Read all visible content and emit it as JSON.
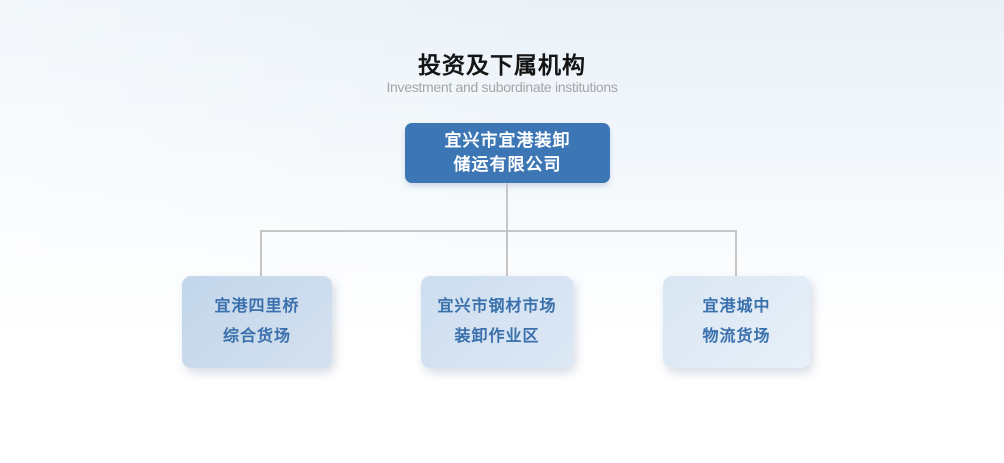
{
  "page": {
    "title": "投资及下属机构",
    "subtitle": "Investment and subordinate institutions"
  },
  "org_chart": {
    "root": {
      "line1": "宜兴市宜港装卸",
      "line2": "储运有限公司"
    },
    "children": [
      {
        "line1": "宜港四里桥",
        "line2": "综合货场",
        "bg_from": "#c3d6ea",
        "bg_to": "#d4e1f0"
      },
      {
        "line1": "宜兴市钢材市场",
        "line2": "装卸作业区",
        "bg_from": "#cdddef",
        "bg_to": "#dde8f5"
      },
      {
        "line1": "宜港城中",
        "line2": "物流货场",
        "bg_from": "#d9e6f3",
        "bg_to": "#e8f0f8"
      }
    ]
  },
  "colors": {
    "title": "#141414",
    "subtitle": "#a5a5a5",
    "root_bg": "#3c76b5",
    "root_text": "#ffffff",
    "child_text": "#3a70ac",
    "connector": "#c6c6c6",
    "background_top": "#e9f1f8",
    "background_bottom": "#ffffff"
  }
}
